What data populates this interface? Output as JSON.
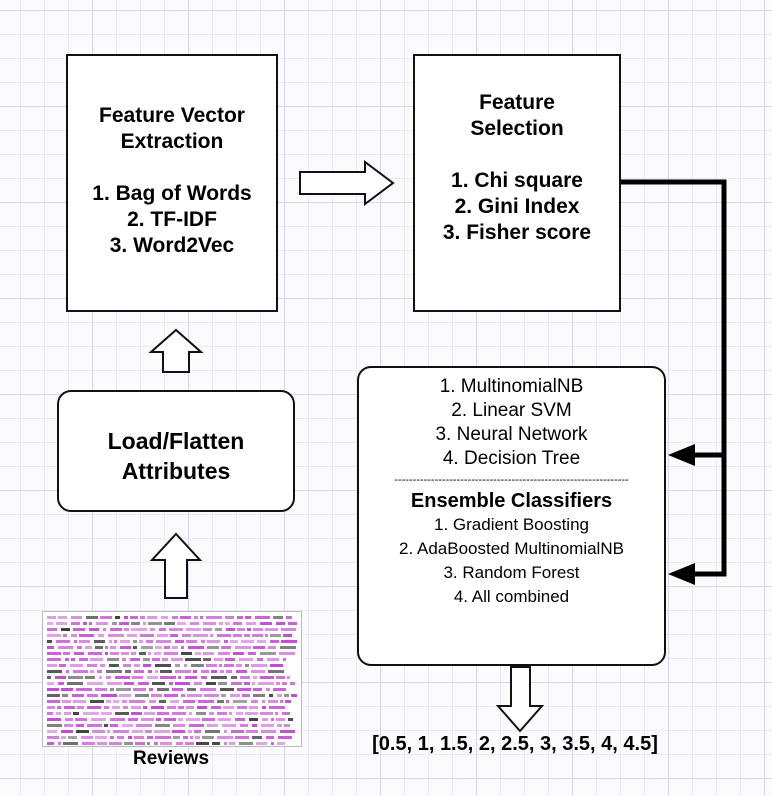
{
  "feature_extraction": {
    "title_lines": [
      "Feature Vector",
      "Extraction"
    ],
    "items": [
      "1. Bag of Words",
      "2. TF-IDF",
      "3. Word2Vec"
    ]
  },
  "feature_selection": {
    "title_lines": [
      "Feature",
      "Selection"
    ],
    "items": [
      "1. Chi square",
      "2. Gini Index",
      "3. Fisher score"
    ]
  },
  "load": {
    "title_lines": [
      "Load/Flatten",
      "Attributes"
    ]
  },
  "classifiers": {
    "base_items": [
      "1. MultinomialNB",
      "2. Linear SVM",
      "3. Neural Network",
      "4. Decision Tree"
    ],
    "separator": "----------------------------------------------------------------",
    "ensemble_title": "Ensemble Classifiers",
    "ensemble_items": [
      "1. Gradient Boosting",
      "2. AdaBoosted MultinomialNB",
      "3. Random Forest",
      "4. All combined"
    ]
  },
  "reviews_caption": "Reviews",
  "output": "[0.5, 1, 1.5, 2, 2.5, 3, 3.5, 4, 4.5]",
  "colors": {
    "grid": "#d7d7ec",
    "border": "#111111",
    "review_text": "#c040d0"
  }
}
